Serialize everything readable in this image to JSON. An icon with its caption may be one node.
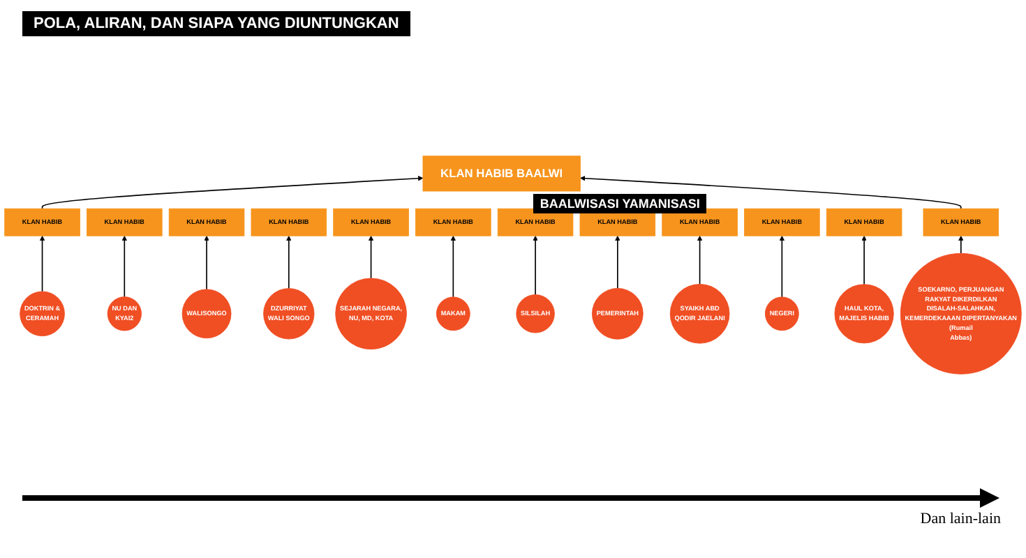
{
  "diagram": {
    "title": "POLA, ALIRAN, DAN SIAPA YANG DIUNTUNGKAN",
    "nodes": [
      {
        "text": [
          "KLAN HABIB BAALWI"
        ],
        "beside": [
          "BAALWISASI YAMANISASI"
        ]
      },
      {
        "text": [
          "KLAN HABIB"
        ]
      },
      {
        "text": [
          "KLAN HABIB"
        ]
      },
      {
        "text": [
          "KLAN HABIB"
        ]
      },
      {
        "text": [
          "KLAN HABIB"
        ]
      },
      {
        "text": [
          "KLAN HABIB"
        ]
      },
      {
        "text": [
          "KLAN HABIB"
        ]
      },
      {
        "text": [
          "KLAN HABIB"
        ]
      },
      {
        "text": [
          "KLAN HABIB"
        ]
      },
      {
        "text": [
          "KLAN HABIB"
        ]
      },
      {
        "text": [
          "KLAN HABIB"
        ]
      },
      {
        "text": [
          "KLAN HABIB"
        ]
      },
      {
        "text": [
          "KLAN HABIB"
        ]
      },
      {
        "text": [
          "DOKTRIN & CERAMAH"
        ]
      },
      {
        "text": [
          "NU DAN KYAI2"
        ]
      },
      {
        "text": [
          "WALISONGO"
        ]
      },
      {
        "text": [
          "DZURRIYAT WALI SONGO"
        ]
      },
      {
        "text": [
          "SEJARAH NEGARA, NU, MD, KOTA"
        ]
      },
      {
        "text": [
          "MAKAM"
        ]
      },
      {
        "text": [
          "SILSILAH"
        ]
      },
      {
        "text": [
          "PEMERINTAH"
        ]
      },
      {
        "text": [
          "SYAIKH ABD QODIR JAELANI"
        ]
      },
      {
        "text": [
          "NEGERI"
        ]
      },
      {
        "text": [
          "HAUL KOTA, MAJELIS HABIB"
        ]
      },
      {
        "text": [
          "SOEKARNO, PERJUANGAN RAKYAT DIKERDILKAN DISALAH-SALAHKAN, KEMERDEKAAAN DIPERTANYAKAN",
          "(Rumail Abbas)"
        ]
      }
    ],
    "edges": [
      {
        "from": 1,
        "to": 0,
        "arrow": "to"
      },
      {
        "from": 12,
        "to": 0,
        "arrow": "to"
      },
      {
        "from": 13,
        "to": 1,
        "arrow": "to"
      },
      {
        "from": 14,
        "to": 2,
        "arrow": "to"
      },
      {
        "from": 15,
        "to": 3,
        "arrow": "to"
      },
      {
        "from": 16,
        "to": 4,
        "arrow": "to"
      },
      {
        "from": 17,
        "to": 5,
        "arrow": "to"
      },
      {
        "from": 18,
        "to": 6,
        "arrow": "to"
      },
      {
        "from": 19,
        "to": 7,
        "arrow": "to"
      },
      {
        "from": 20,
        "to": 8,
        "arrow": "to"
      },
      {
        "from": 21,
        "to": 9,
        "arrow": "to"
      },
      {
        "from": 22,
        "to": 10,
        "arrow": "to"
      },
      {
        "from": 23,
        "to": 11,
        "arrow": "to"
      },
      {
        "from": 24,
        "to": 12,
        "arrow": "to"
      }
    ],
    "labels": [
      "Dan lain-lain"
    ]
  }
}
